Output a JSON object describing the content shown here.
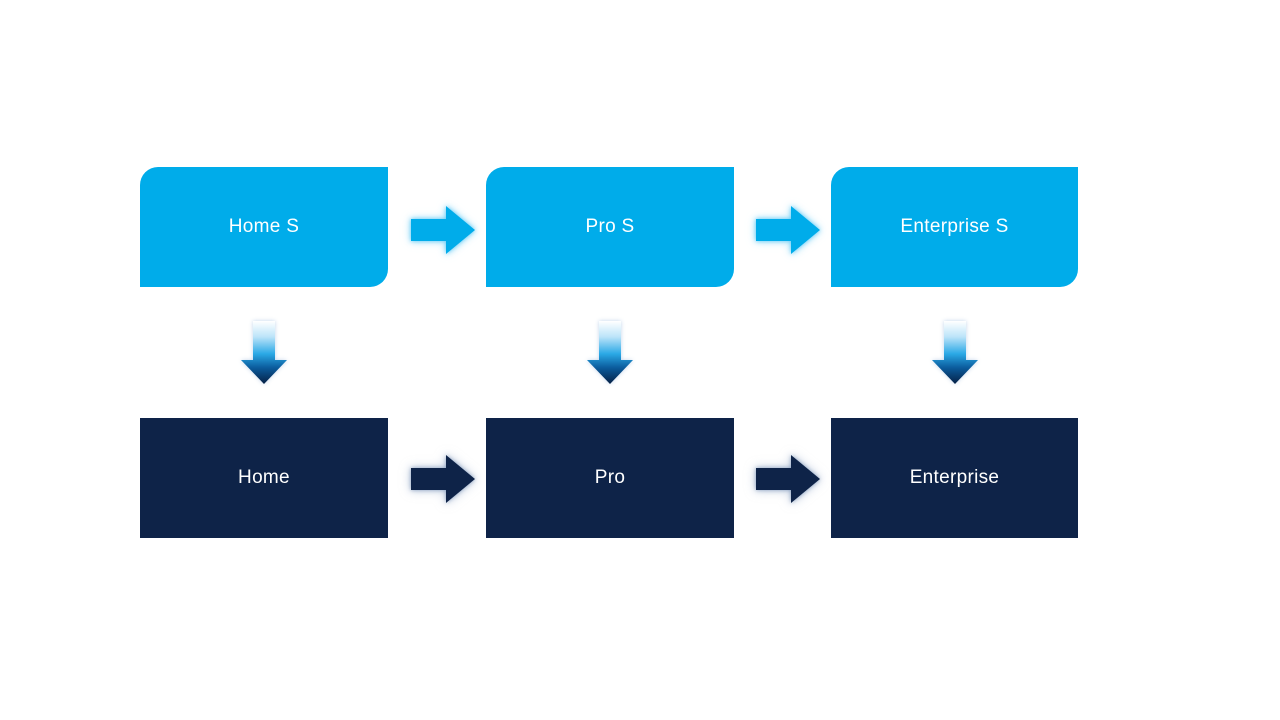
{
  "colors": {
    "background": "#FFFFFF",
    "light_blue": "#00ACEA",
    "dark_navy": "#0E2348",
    "node_text": "#FFFFFF",
    "down_gradient_top": "#FFFFFF",
    "down_gradient_light": "#BCE4F9",
    "down_gradient_mid": "#2BA9E6",
    "down_gradient_deep": "#0B5C9D",
    "down_gradient_bottom": "#062045"
  },
  "diagram": {
    "top_row": [
      {
        "label": "Home S"
      },
      {
        "label": "Pro S"
      },
      {
        "label": "Enterprise S"
      }
    ],
    "bottom_row": [
      {
        "label": "Home"
      },
      {
        "label": "Pro"
      },
      {
        "label": "Enterprise"
      }
    ]
  }
}
